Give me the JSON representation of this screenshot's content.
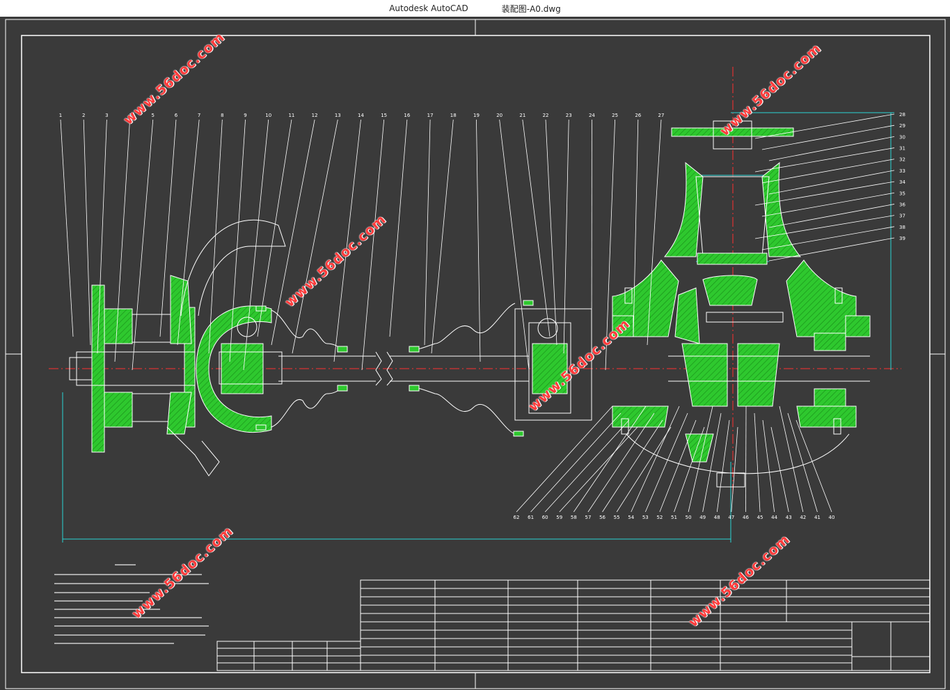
{
  "window": {
    "app_title": "Autodesk AutoCAD",
    "document_title": "装配图-A0.dwg"
  },
  "drawing": {
    "background_color": "#3a3a3a",
    "hatch_color": "#2ec82e",
    "line_color": "#ffffff",
    "dimension_color": "#2ad4d4",
    "centerline_color": "#ff3030",
    "top_callouts": [
      "1",
      "2",
      "3",
      "4",
      "5",
      "6",
      "7",
      "8",
      "9",
      "10",
      "11",
      "12",
      "13",
      "14",
      "15",
      "16",
      "17",
      "18",
      "19",
      "20",
      "21",
      "22",
      "23",
      "24",
      "25",
      "26",
      "27"
    ],
    "right_callouts": [
      "28",
      "29",
      "30",
      "31",
      "32",
      "33",
      "34",
      "35",
      "36",
      "37",
      "38",
      "39"
    ],
    "bottom_callouts": [
      "62",
      "61",
      "60",
      "59",
      "58",
      "57",
      "56",
      "55",
      "54",
      "53",
      "52",
      "51",
      "50",
      "49",
      "48",
      "47",
      "46",
      "45",
      "44",
      "43",
      "42",
      "41",
      "40"
    ]
  },
  "watermark": {
    "text": "www.56doc.com",
    "color": "#ff3b3b"
  }
}
